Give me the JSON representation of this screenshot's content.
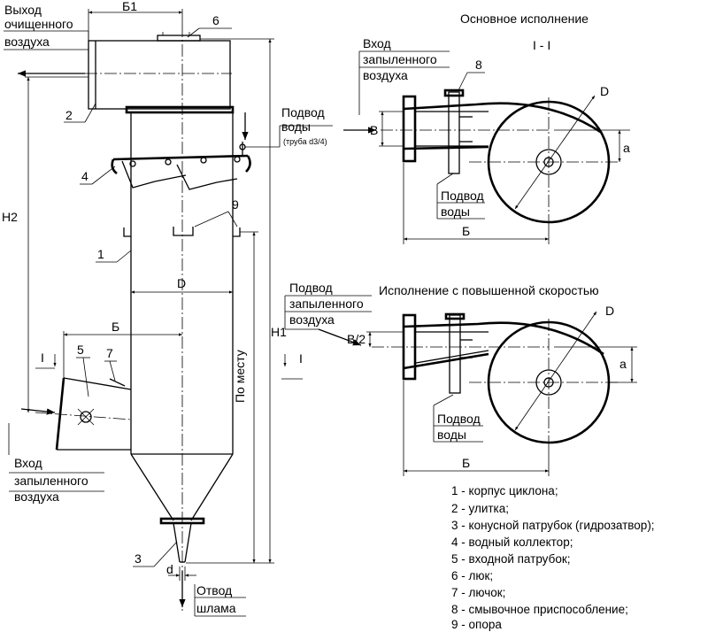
{
  "main_view": {
    "outlet_label": [
      "Выход",
      "очищенного",
      "воздуха"
    ],
    "water_supply_label": [
      "Подвод",
      "воды"
    ],
    "water_pipe_note": "(труба d3/4)",
    "inlet_label": [
      "Вход",
      "запыленного",
      "воздуха"
    ],
    "sludge_label": [
      "Отвод",
      "шлама"
    ],
    "dim_B1": "Б1",
    "dim_H2": "Н2",
    "dim_H1": "Н1",
    "dim_D": "D",
    "dim_B": "Б",
    "dim_d": "d",
    "in_place": "По месту",
    "section_mark": "I",
    "callouts": [
      "1",
      "2",
      "3",
      "4",
      "5",
      "6",
      "7",
      "9"
    ]
  },
  "basic_version": {
    "title": "Основное исполнение",
    "section_label": "I - I",
    "inlet_label": [
      "Вход",
      "запыленного",
      "воздуха"
    ],
    "water_label": [
      "Подвод",
      "воды"
    ],
    "dim_B": "В",
    "dim_D": "D",
    "dim_a": "а",
    "dim_Bw": "Б",
    "callout": "8"
  },
  "high_speed_version": {
    "title": "Исполнение с повышенной скоростью",
    "inlet_label": [
      "Подвод",
      "запыленного",
      "воздуха"
    ],
    "water_label": [
      "Подвод",
      "воды"
    ],
    "dim_B2": "В/2",
    "dim_D": "D",
    "dim_a": "а",
    "dim_Bw": "Б"
  },
  "legend": [
    "1 - корпус циклона;",
    "2 - улитка;",
    "3 - конусной патрубок (гидрозатвор);",
    "4 - водный коллектор;",
    "5 - входной патрубок;",
    "6 - люк;",
    "7 - лючок;",
    "8 - смывочное приспособление;",
    "9 - опора"
  ]
}
